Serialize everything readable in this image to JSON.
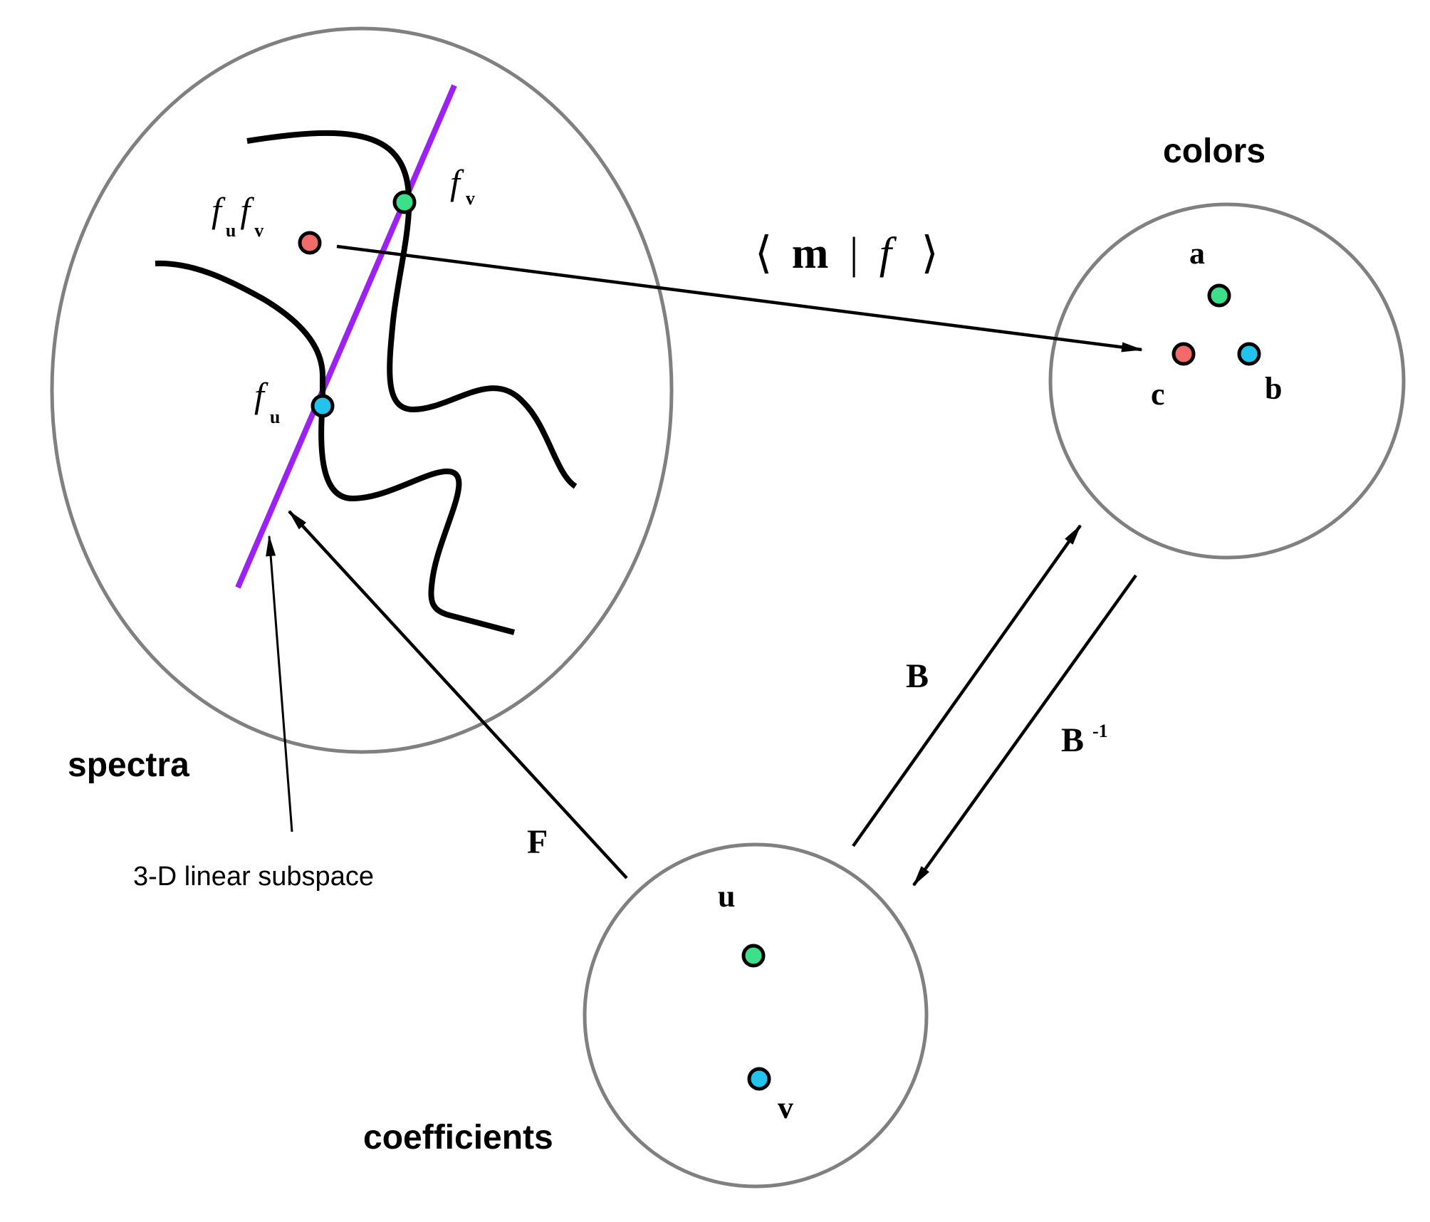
{
  "regions": {
    "spectra": {
      "label": "spectra"
    },
    "colors": {
      "label": "colors"
    },
    "coefficients": {
      "label": "coefficients"
    }
  },
  "annotations": {
    "subspace": "3-D linear subspace",
    "projection_open": "⟨",
    "projection_m": "m",
    "projection_bar": "|",
    "projection_f": "f",
    "projection_close": "⟩"
  },
  "arrows": {
    "F": "F",
    "B": "B",
    "B_inv_base": "B",
    "B_inv_sup": "-1"
  },
  "spectra_points": {
    "fu_f": "f",
    "fu_sub": "u",
    "fv_f": "f",
    "fv_sub": "v",
    "fufv_f1": "f",
    "fufv_sub1": "u",
    "fufv_f2": "f",
    "fufv_sub2": "v"
  },
  "color_points": {
    "a": "a",
    "b": "b",
    "c": "c"
  },
  "coefficient_points": {
    "u": "u",
    "v": "v"
  },
  "colors": {
    "green": "#3de08a",
    "blue": "#22c4ee",
    "red": "#f26b6b",
    "purple": "#9b22f2",
    "outline": "#808080"
  }
}
